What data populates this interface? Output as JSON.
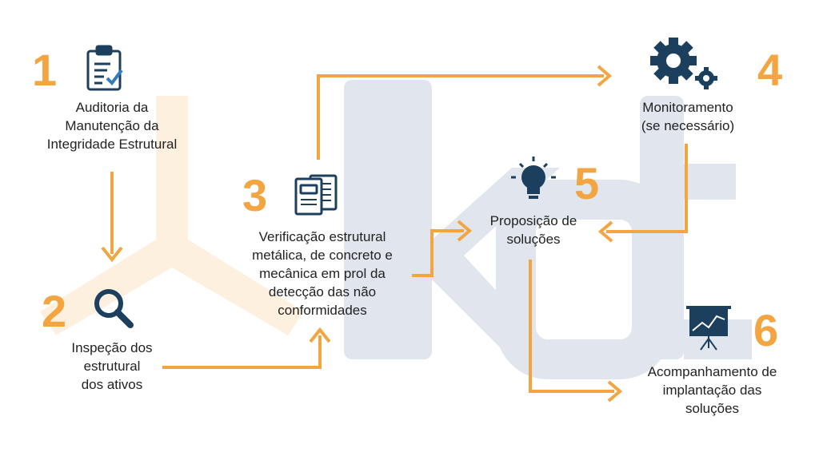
{
  "colors": {
    "accent": "#f2a541",
    "icon": "#1d3f5e",
    "watermark": "#dfe5ee",
    "watermark_orange": "#fdf0de"
  },
  "steps": [
    {
      "number": "1",
      "icon": "clipboard-check-icon",
      "text": "Auditoria da\nManutenção da\nIntegridade Estrutural"
    },
    {
      "number": "2",
      "icon": "magnifier-icon",
      "text": "Inspeção dos\nestrutural\ndos ativos"
    },
    {
      "number": "3",
      "icon": "documents-icon",
      "text": "Verificação estrutural\nmetálica, de concreto e\nmecânica em prol da\ndetecção das não\nconformidades"
    },
    {
      "number": "4",
      "icon": "gears-icon",
      "text": "Monitoramento\n(se necessário)"
    },
    {
      "number": "5",
      "icon": "lightbulb-icon",
      "text": "Proposição de\nsoluções"
    },
    {
      "number": "6",
      "icon": "presentation-chart-icon",
      "text": "Acompanhamento de\nimplantação das\nsoluções"
    }
  ]
}
